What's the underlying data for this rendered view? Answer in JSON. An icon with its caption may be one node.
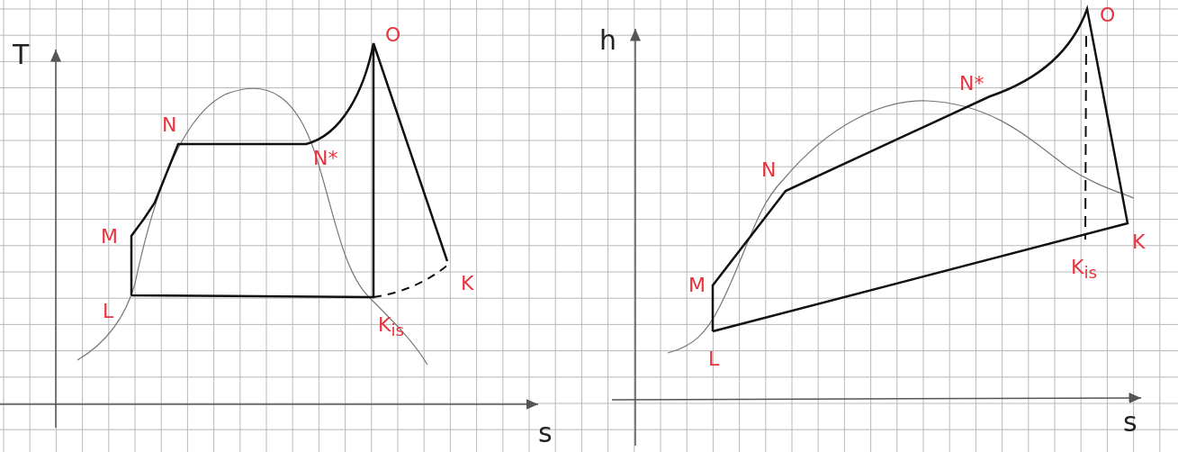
{
  "diagram": {
    "labels": [
      "T",
      "O",
      "N",
      "N*",
      "M",
      "L",
      "K$_{is}$",
      "K",
      "s",
      "h",
      "O",
      "N*",
      "N",
      "M",
      "L",
      "K$_{is}$",
      "K",
      "s"
    ]
  }
}
